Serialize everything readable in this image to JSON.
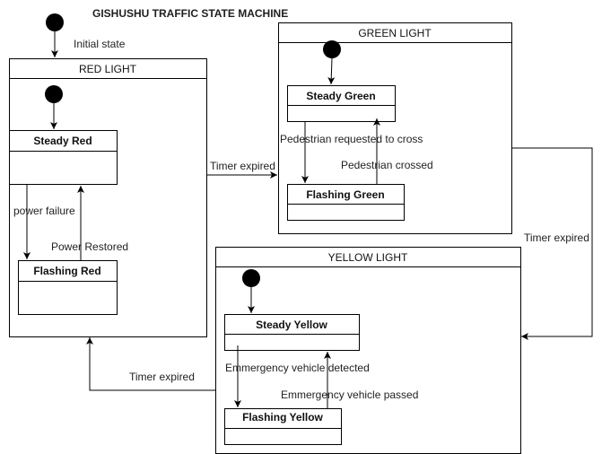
{
  "diagram": {
    "title": "GISHUSHU TRAFFIC STATE MACHINE",
    "initial_label": "Initial state",
    "states": {
      "red": {
        "name": "RED LIGHT",
        "substates": {
          "steady": "Steady Red",
          "flashing": "Flashing Red"
        },
        "transitions": {
          "to_flashing": "power failure",
          "to_steady": "Power Restored"
        }
      },
      "green": {
        "name": "GREEN  LIGHT",
        "substates": {
          "steady": "Steady  Green",
          "flashing": "Flashing  Green"
        },
        "transitions": {
          "to_flashing": "Pedestrian requested to cross",
          "to_steady": "Pedestrian crossed"
        }
      },
      "yellow": {
        "name": "YELLOW LIGHT",
        "substates": {
          "steady": "Steady  Yellow",
          "flashing": "Flashing  Yellow"
        },
        "transitions": {
          "to_flashing": "Emmergency vehicle detected",
          "to_steady": "Emmergency vehicle  passed"
        }
      }
    },
    "main_transitions": {
      "red_to_green": "Timer expired",
      "green_to_yellow": "Timer expired",
      "yellow_to_red": "Timer expired"
    }
  }
}
